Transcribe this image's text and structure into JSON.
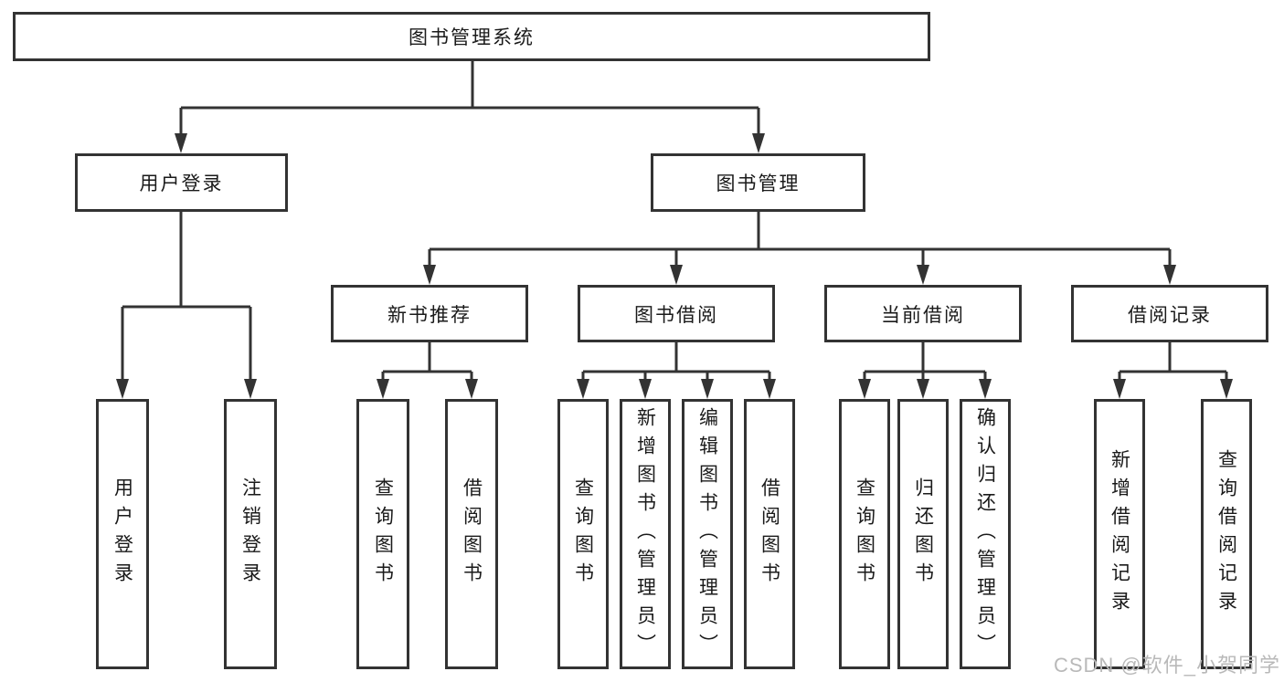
{
  "diagram": {
    "type": "hierarchy-tree",
    "line_color": "#333333",
    "box_border_color": "#333333",
    "background_color": "#ffffff",
    "tree": {
      "root": {
        "label": "图书管理系统",
        "children": [
          {
            "label": "用户登录",
            "children": [
              {
                "label": "用户登录"
              },
              {
                "label": "注销登录"
              }
            ]
          },
          {
            "label": "图书管理",
            "children": [
              {
                "label": "新书推荐",
                "children": [
                  {
                    "label": "查询图书"
                  },
                  {
                    "label": "借阅图书"
                  }
                ]
              },
              {
                "label": "图书借阅",
                "children": [
                  {
                    "label": "查询图书"
                  },
                  {
                    "label": "新增图书（管理员）"
                  },
                  {
                    "label": "编辑图书（管理员）"
                  },
                  {
                    "label": "借阅图书"
                  }
                ]
              },
              {
                "label": "当前借阅",
                "children": [
                  {
                    "label": "查询图书"
                  },
                  {
                    "label": "归还图书"
                  },
                  {
                    "label": "确认归还（管理员）"
                  }
                ]
              },
              {
                "label": "借阅记录",
                "children": [
                  {
                    "label": "新增借阅记录"
                  },
                  {
                    "label": "查询借阅记录"
                  }
                ]
              }
            ]
          }
        ]
      }
    }
  },
  "watermark": {
    "text": "CSDN @软件_小贺同学",
    "color": "#b9b9b9"
  }
}
